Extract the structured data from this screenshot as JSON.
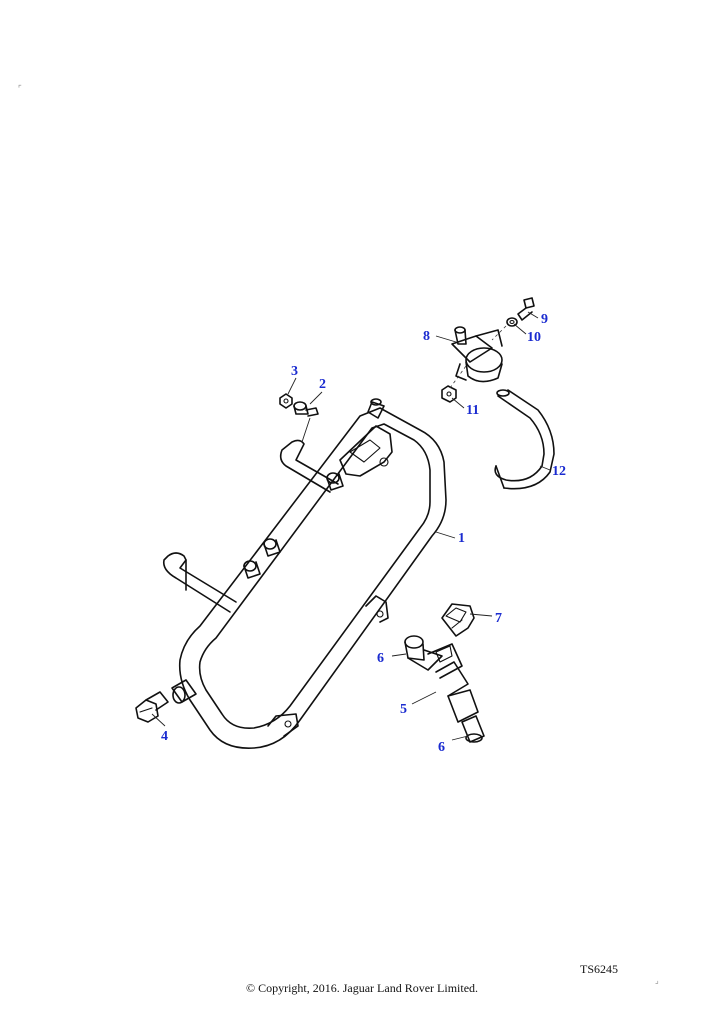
{
  "callouts": [
    {
      "id": "1",
      "label": "1"
    },
    {
      "id": "2",
      "label": "2"
    },
    {
      "id": "3",
      "label": "3"
    },
    {
      "id": "4",
      "label": "4"
    },
    {
      "id": "5",
      "label": "5"
    },
    {
      "id": "6a",
      "label": "6"
    },
    {
      "id": "6b",
      "label": "6"
    },
    {
      "id": "7",
      "label": "7"
    },
    {
      "id": "8",
      "label": "8"
    },
    {
      "id": "9",
      "label": "9"
    },
    {
      "id": "10",
      "label": "10"
    },
    {
      "id": "11",
      "label": "11"
    },
    {
      "id": "12",
      "label": "12"
    }
  ],
  "reference_code": "TS6245",
  "copyright": "© Copyright, 2016. Jaguar Land Rover Limited.",
  "colors": {
    "callout": "#1a2bd0",
    "line": "#111111"
  }
}
